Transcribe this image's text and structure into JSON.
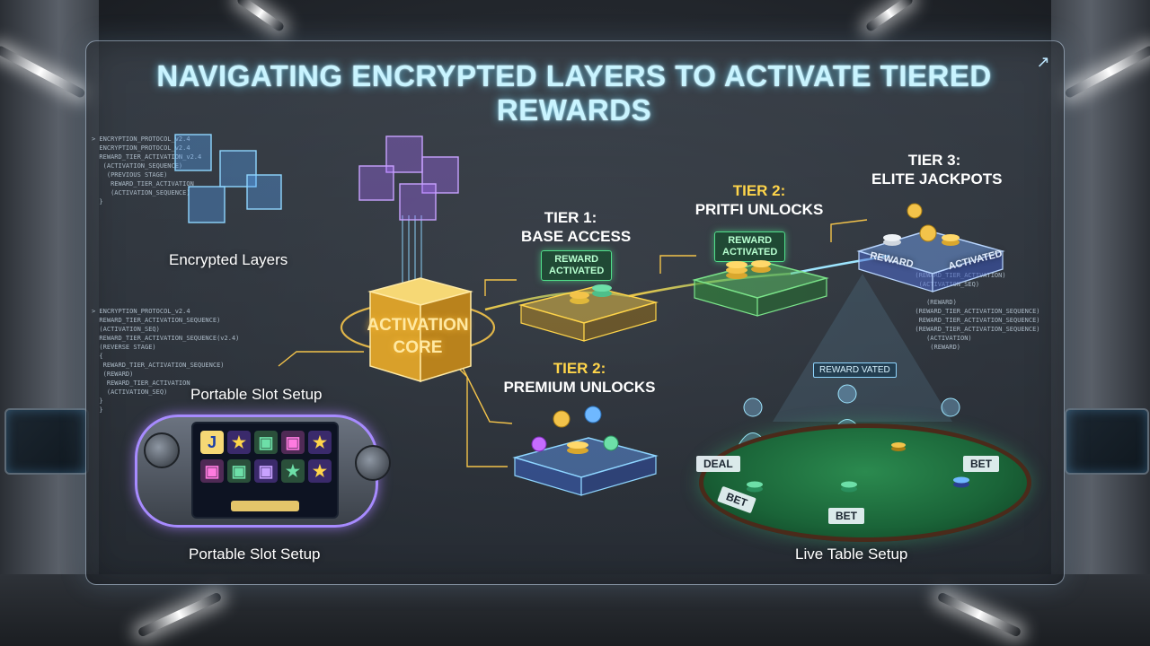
{
  "title": "NAVIGATING ENCRYPTED LAYERS TO ACTIVATE TIERED REWARDS",
  "labels": {
    "encrypted_layers": "Encrypted Layers",
    "activation_core": [
      "ACTIVATION",
      "CORE"
    ],
    "portable_slot_top": "Portable Slot Setup",
    "portable_slot_bottom": "Portable Slot Setup",
    "live_table": "Live Table Setup"
  },
  "tiers": {
    "tier1": {
      "line1": "TIER 1:",
      "line2": "BASE ACCESS",
      "badge": [
        "REWARD",
        "ACTIVATED"
      ]
    },
    "tier2_upper": {
      "line1": "TIER 2:",
      "line2": "PRITFI UNLOCKS",
      "badge": [
        "REWARD",
        "ACTIVATED"
      ]
    },
    "tier2_lower": {
      "line1": "TIER 2:",
      "line2": "PREMIUM UNLOCKS"
    },
    "tier3": {
      "line1": "TIER 3:",
      "line2": "ELITE JACKPOTS",
      "platform": [
        "REWARD",
        "ACTIVATED"
      ]
    }
  },
  "table_tags": {
    "deal": "DEAL",
    "bet_right": "BET",
    "bet_bottom": "BET",
    "bet_left": "BET",
    "reward": "REWARD VATED"
  },
  "code": {
    "top_left": "> ENCRYPTION_PROTOCOL_v2.4\n  ENCRYPTION_PROTOCOL_v2.4\n  REWARD_TIER_ACTIVATION_v2.4\n   (ACTIVATION_SEQUENCE)\n    (PREVIOUS STAGE)\n     REWARD_TIER_ACTIVATION\n     (ACTIVATION_SEQUENCE)\n  }",
    "mid_left": "> ENCRYPTION_PROTOCOL_v2.4\n  REWARD_TIER_ACTIVATION_SEQUENCE)\n  (ACTIVATION_SEQ)\n  REWARD_TIER_ACTIVATION_SEQUENCE(v2.4)\n  (REVERSE STAGE)\n  {\n   REWARD_TIER_ACTIVATION_SEQUENCE)\n   (REWARD)\n    REWARD_TIER_ACTIVATION\n    (ACTIVATION_SEQ)\n  }\n  }",
    "right": "  (REWARD_TIER_ACTIVATION)\n   (ACTIVATION_SEQ)\n\n     (REWARD)\n  (REWARD_TIER_ACTIVATION_SEQUENCE)\n   REWARD_TIER_ACTIVATION_SEQUENCE)\n  (REWARD_TIER_ACTIVATION_SEQUENCE)\n     (ACTIVATION)\n      (REWARD)"
  },
  "colors": {
    "title": "#c9f4ff",
    "tier_gold": "#ffd54a",
    "badge_green": "#4fe08a",
    "core_gold": "#f3c34a"
  }
}
